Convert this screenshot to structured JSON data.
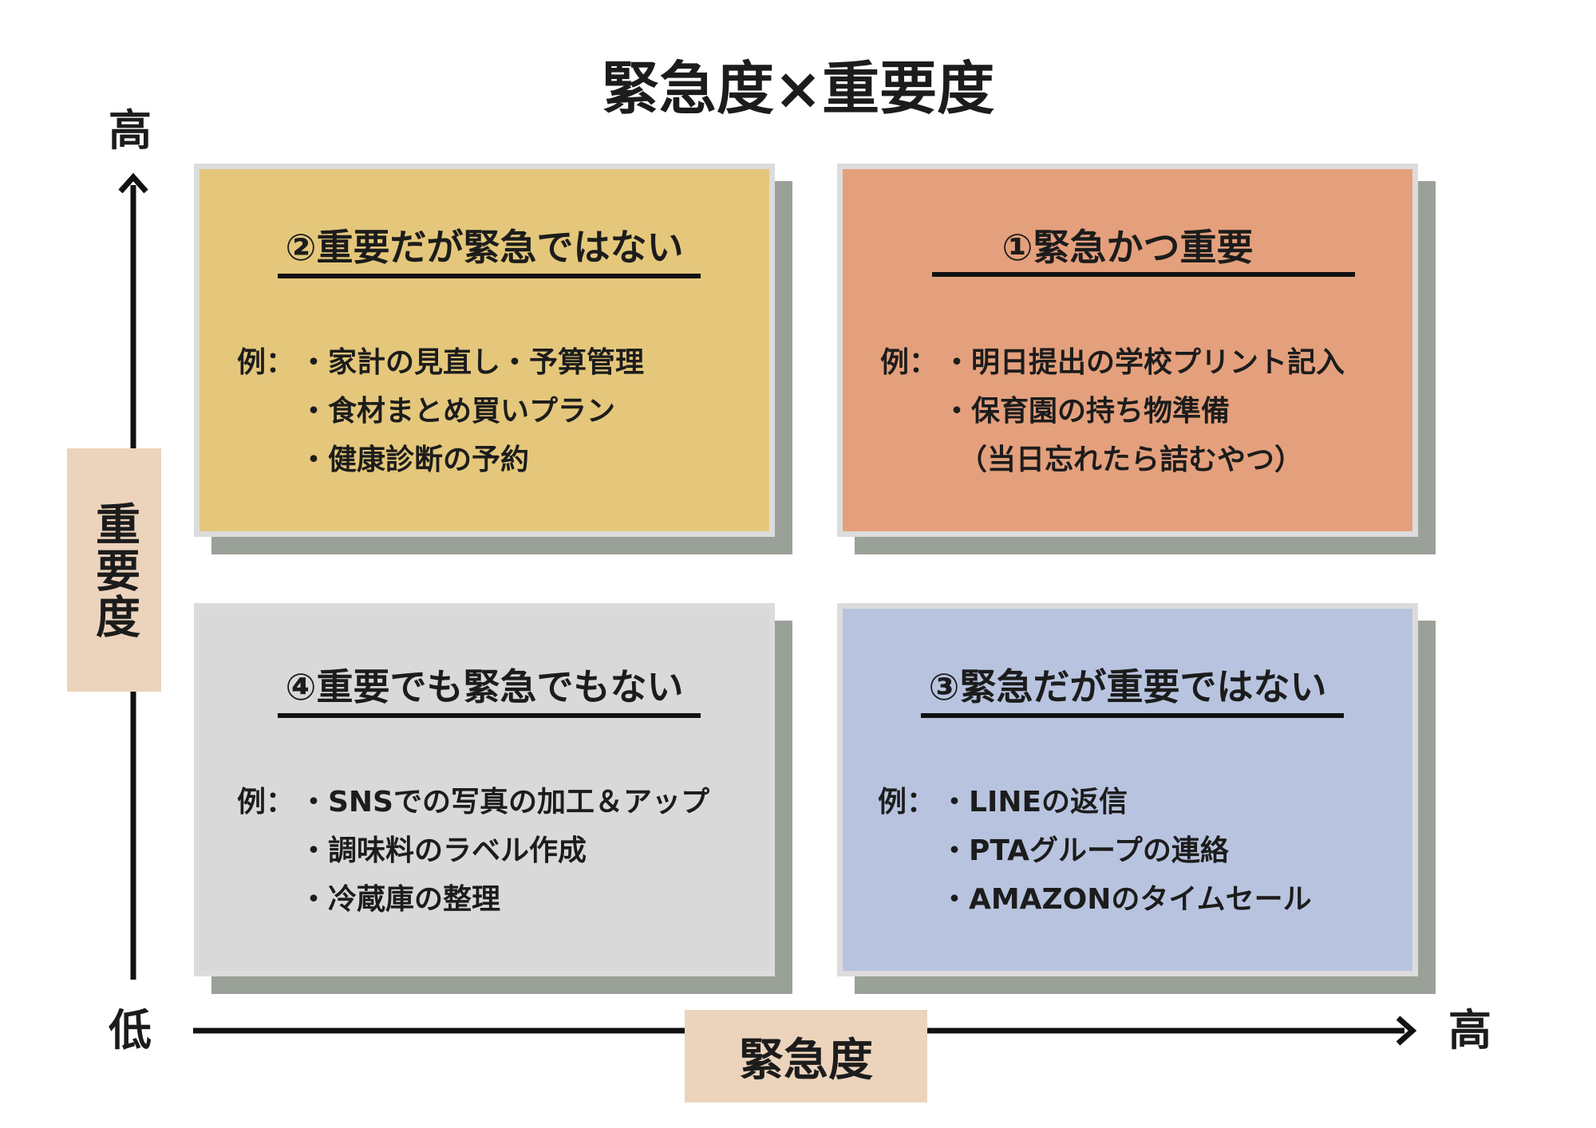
{
  "title": "緊急度×重要度",
  "y_axis": {
    "label": "重要度",
    "high": "高",
    "low": "低"
  },
  "x_axis": {
    "label": "緊急度",
    "high": "高"
  },
  "quadrants": [
    {
      "heading": "②重要だが緊急ではない",
      "prefix": "例：",
      "items": [
        "・家計の見直し・予算管理",
        "・食材まとめ買いプラン",
        "・健康診断の予約"
      ],
      "color": "#e4c77b"
    },
    {
      "heading": "①緊急かつ重要",
      "prefix": "例：",
      "items": [
        "・明日提出の学校プリント記入",
        "・保育園の持ち物準備",
        "（当日忘れたら詰むやつ）"
      ],
      "color": "#e4a07c"
    },
    {
      "heading": "④重要でも緊急でもない",
      "prefix": "例：",
      "items": [
        "・SNSでの写真の加工＆アップ",
        "・調味料のラベル作成",
        "・冷蔵庫の整理"
      ],
      "color": "#d9d9d9"
    },
    {
      "heading": "③緊急だが重要ではない",
      "prefix": "例：",
      "items": [
        "・LINEの返信",
        "・PTAグループの連絡",
        "・AMAZONのタイムセール"
      ],
      "color": "#b8c4df"
    }
  ]
}
